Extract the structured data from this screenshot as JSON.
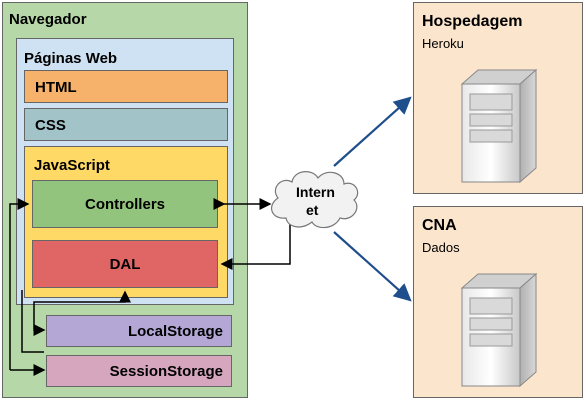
{
  "browser": {
    "title": "Navegador",
    "web_pages": {
      "title": "Páginas Web",
      "html": "HTML",
      "css": "CSS",
      "javascript": {
        "title": "JavaScript",
        "controllers": "Controllers",
        "dal": "DAL"
      }
    },
    "local_storage": "LocalStorage",
    "session_storage": "SessionStorage"
  },
  "internet": {
    "line1": "Intern",
    "line2": "et"
  },
  "hosting": {
    "title": "Hospedagem",
    "subtitle": "Heroku",
    "icon": "server-icon"
  },
  "cna": {
    "title": "CNA",
    "subtitle": "Dados",
    "icon": "server-icon"
  },
  "colors": {
    "browser": "#b6d7a8",
    "web_pages": "#cfe2f3",
    "html": "#f6b26b",
    "css": "#a2c4c9",
    "javascript": "#ffd966",
    "controllers": "#93c47d",
    "dal": "#e06666",
    "local_storage": "#b4a7d6",
    "session_storage": "#d5a6bd",
    "server_panel": "#fce5cd",
    "arrow_blue": "#1f4e8c"
  }
}
